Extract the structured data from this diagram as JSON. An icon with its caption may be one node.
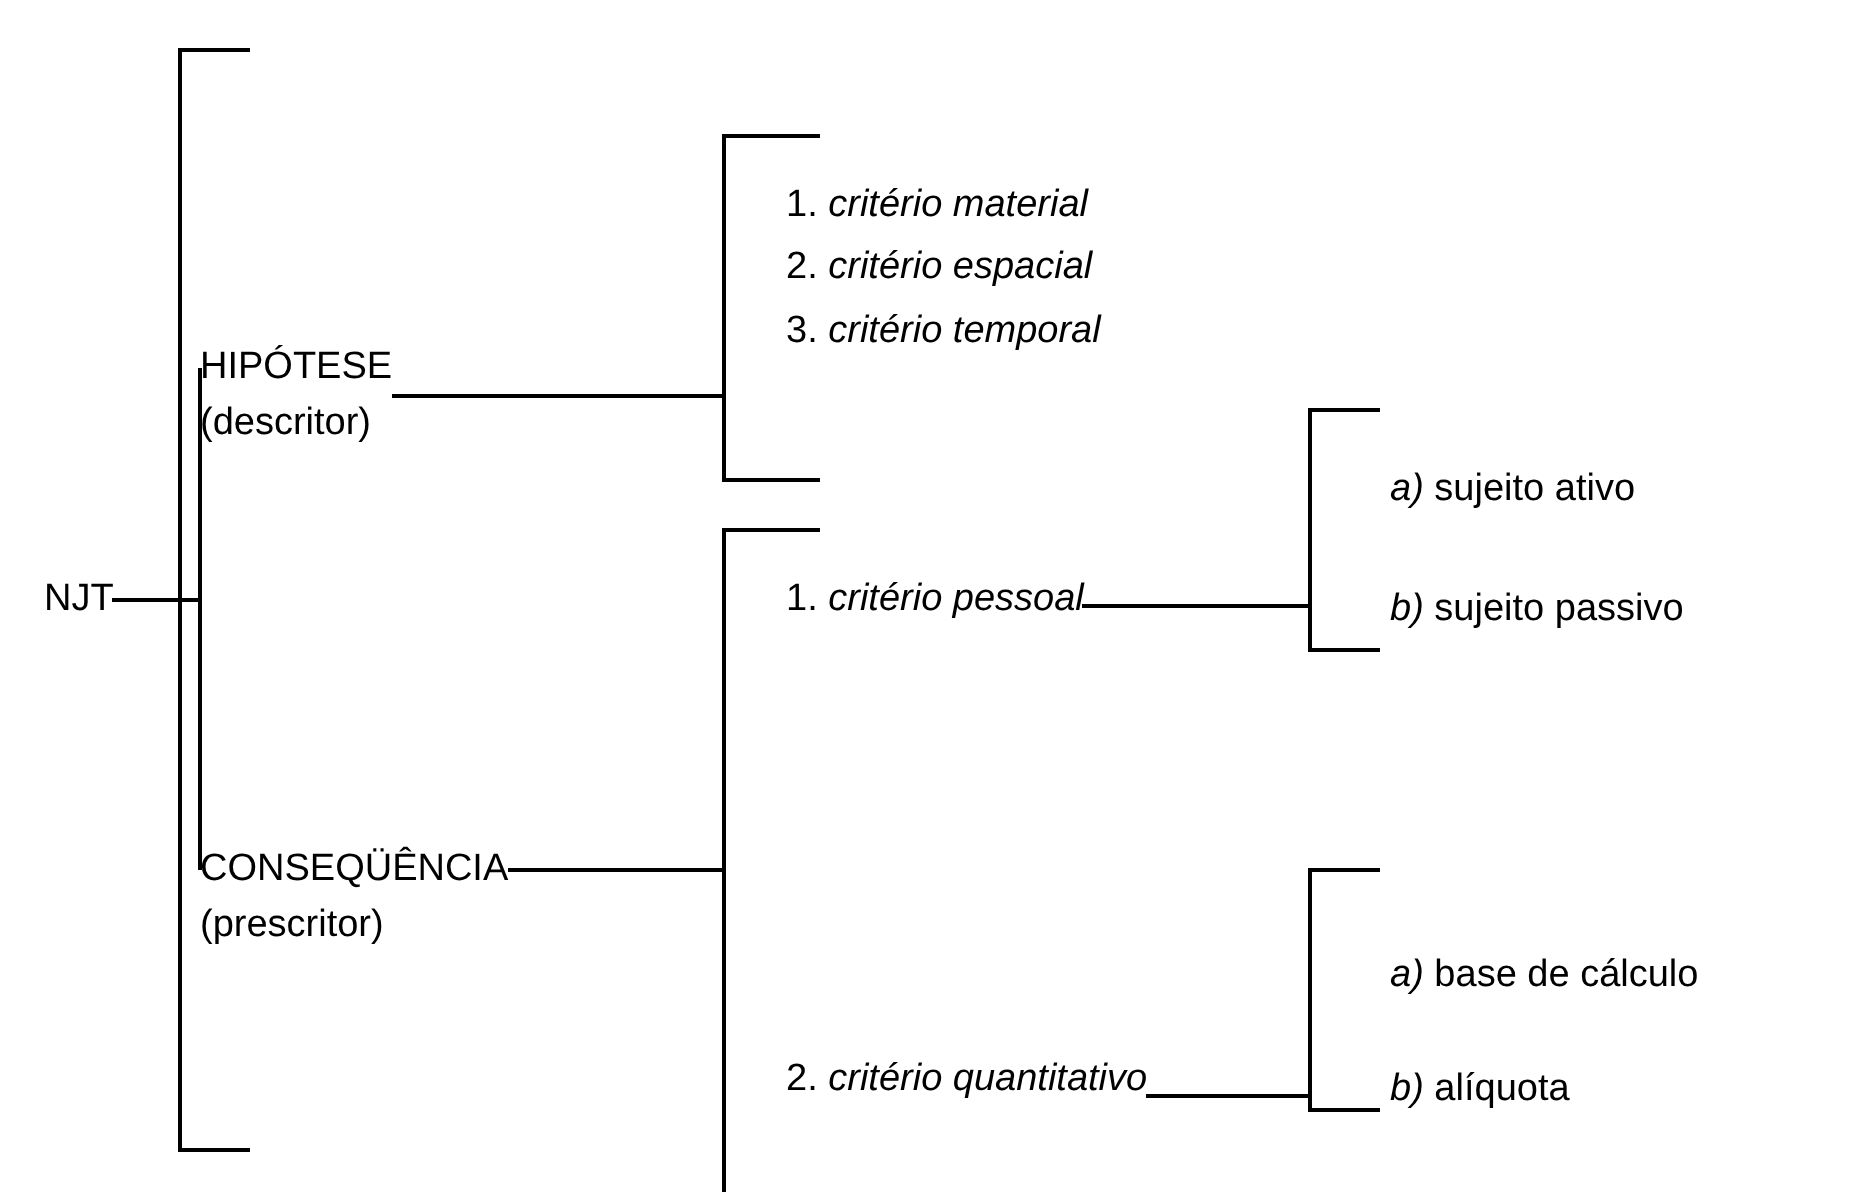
{
  "diagram": {
    "nodes": [
      {
        "text": [
          "NJT"
        ]
      },
      {
        "text": [
          "HIPÓTESE",
          "(descritor)"
        ]
      },
      {
        "text": [
          "CONSEQÜÊNCIA",
          "(prescritor)"
        ]
      },
      {
        "text": [
          "1. *critério material*"
        ]
      },
      {
        "text": [
          "2. *critério espacial*"
        ]
      },
      {
        "text": [
          "3. *critério temporal*"
        ]
      },
      {
        "text": [
          "1. *critério pessoal*"
        ]
      },
      {
        "text": [
          "2. *critério quantitativo*"
        ]
      },
      {
        "text": [
          "*a)* sujeito ativo"
        ]
      },
      {
        "text": [
          "*b)* sujeito passivo"
        ]
      },
      {
        "text": [
          "*a)* base de cálculo"
        ]
      },
      {
        "text": [
          "*b)* alíquota"
        ]
      }
    ],
    "edges": [
      {
        "from": 0,
        "to": 1,
        "arrow": "none"
      },
      {
        "from": 0,
        "to": 2,
        "arrow": "none"
      },
      {
        "from": 1,
        "to": 3,
        "arrow": "none"
      },
      {
        "from": 1,
        "to": 4,
        "arrow": "none"
      },
      {
        "from": 1,
        "to": 5,
        "arrow": "none"
      },
      {
        "from": 2,
        "to": 6,
        "arrow": "none"
      },
      {
        "from": 2,
        "to": 7,
        "arrow": "none"
      },
      {
        "from": 6,
        "to": 8,
        "arrow": "none"
      },
      {
        "from": 6,
        "to": 9,
        "arrow": "none"
      },
      {
        "from": 7,
        "to": 10,
        "arrow": "none"
      },
      {
        "from": 7,
        "to": 11,
        "arrow": "none"
      }
    ]
  }
}
